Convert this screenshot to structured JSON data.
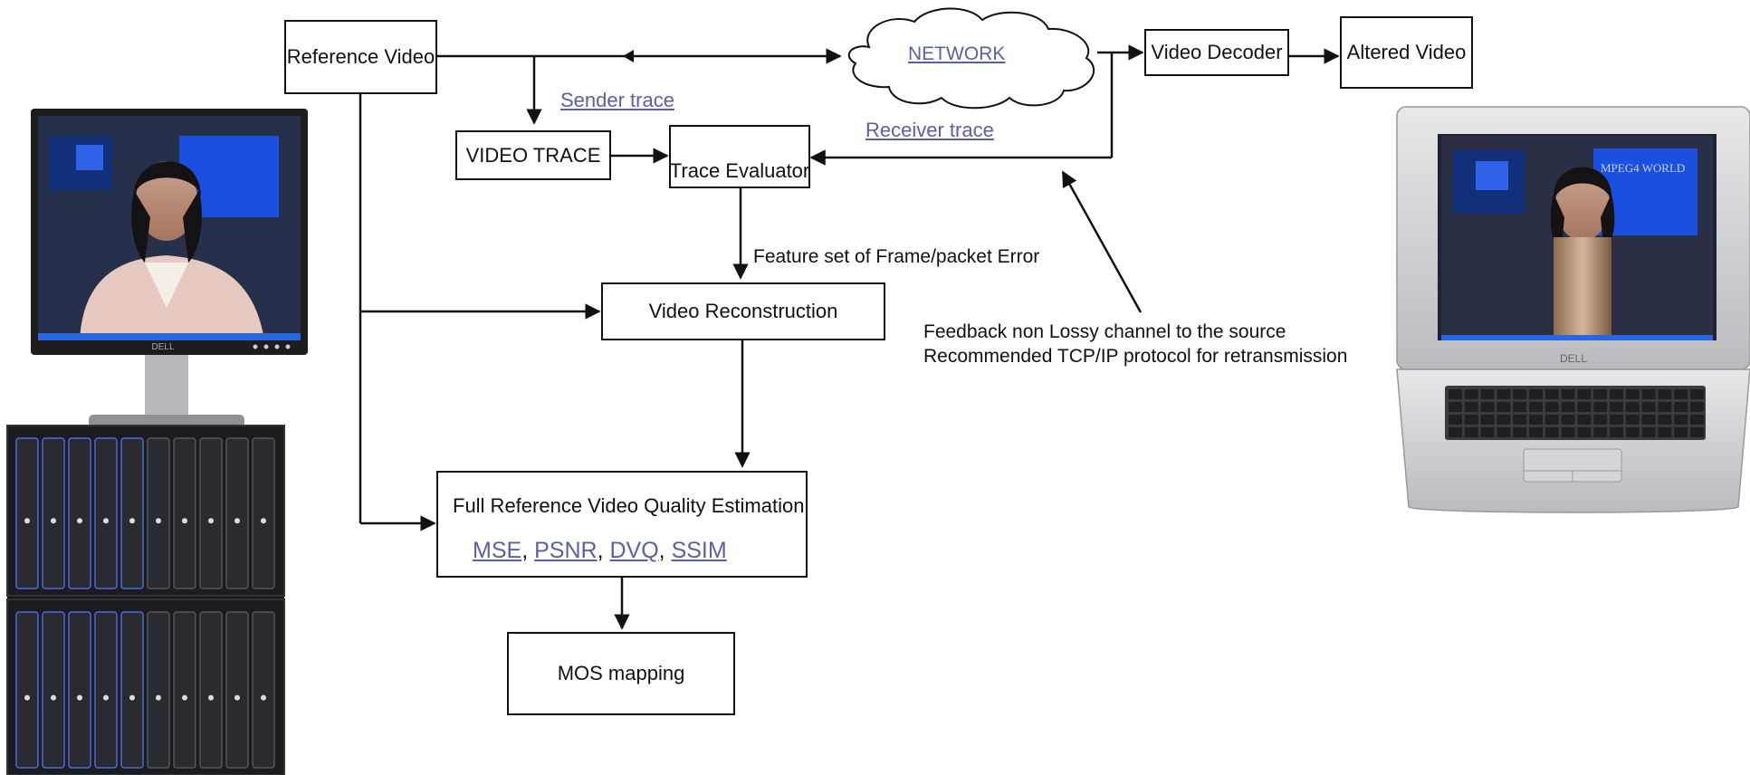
{
  "boxes": {
    "reference_video": "Reference Video",
    "video_trace": "VIDEO TRACE",
    "trace_evaluator": "Trace Evaluator",
    "video_decoder": "Video Decoder",
    "altered_video": "Altered Video",
    "video_reconstruction": "Video Reconstruction",
    "full_reference": "Full Reference Video Quality Estimation",
    "mos_mapping": "MOS mapping"
  },
  "network_label": "NETWORK",
  "links": {
    "sender_trace": "Sender trace",
    "receiver_trace": "Receiver trace"
  },
  "feature_label": "Feature set of Frame/packet Error",
  "metrics": [
    "MSE",
    "PSNR",
    "DVQ",
    "SSIM"
  ],
  "metrics_separator": ", ",
  "feedback": {
    "line1": "Feedback non Lossy channel to the source",
    "line2": "Recommended TCP/IP protocol for retransmission"
  },
  "device_labels": {
    "monitor_brand": "DELL",
    "laptop_brand": "DELL",
    "screen_text": "MPEG4 WORLD"
  },
  "colors": {
    "link": "#5b5fa8",
    "line": "#111111",
    "screen_blue": "#1b4fe0",
    "rack": "#1c1c20"
  }
}
